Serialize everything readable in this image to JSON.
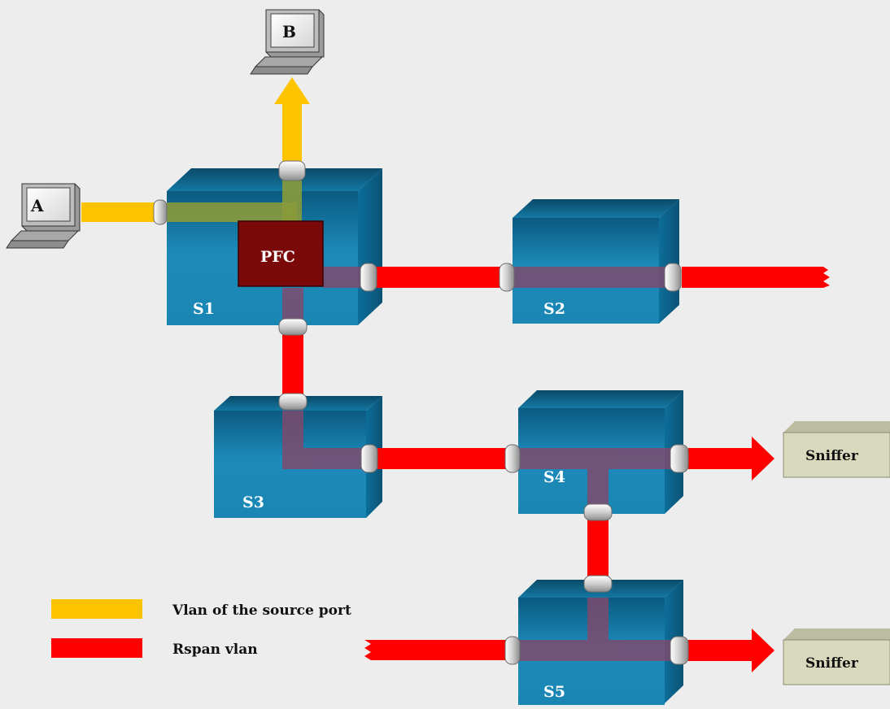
{
  "hosts": [
    {
      "id": "A",
      "label": "A"
    },
    {
      "id": "B",
      "label": "B"
    }
  ],
  "switches": [
    {
      "id": "S1",
      "label": "S1"
    },
    {
      "id": "S2",
      "label": "S2"
    },
    {
      "id": "S3",
      "label": "S3"
    },
    {
      "id": "S4",
      "label": "S4"
    },
    {
      "id": "S5",
      "label": "S5"
    }
  ],
  "pfc": {
    "label": "PFC"
  },
  "sniffers": [
    {
      "id": "sniffer-1",
      "label": "Sniffer"
    },
    {
      "id": "sniffer-2",
      "label": "Sniffer"
    }
  ],
  "legend": {
    "source_vlan": {
      "label": "Vlan of the source port",
      "color": "#ffc400"
    },
    "rspan_vlan": {
      "label": "Rspan vlan",
      "color": "#ff0000"
    }
  },
  "colors": {
    "background": "#ededed",
    "switch_front": "#1a86b4",
    "switch_top": "#0e5776",
    "switch_side": "#0a5a80",
    "pfc": "#7a0a0a",
    "trunk_overlay": "#7e4a6e"
  }
}
